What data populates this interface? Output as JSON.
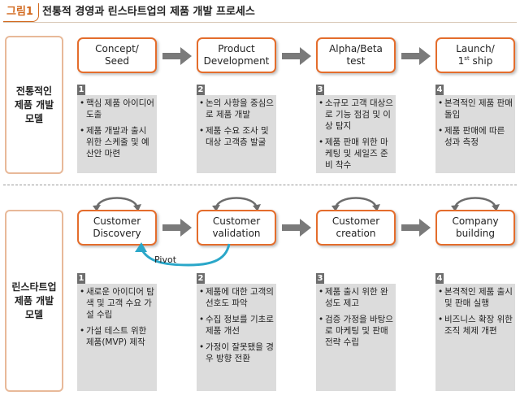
{
  "figure": {
    "tag": "그림1",
    "title": "전통적 경영과 린스타트업의 제품 개발 프로세스"
  },
  "traditional": {
    "label_lines": [
      "전통적인",
      "제품 개발",
      "모델"
    ],
    "stages": [
      {
        "num": "1",
        "lines": [
          "Concept/",
          "Seed"
        ],
        "sup": "",
        "bullets": [
          "핵심 제품 아이디어 도출",
          "제품 개발과 출시 위한 스케줄 및 예산안 마련"
        ]
      },
      {
        "num": "2",
        "lines": [
          "Product",
          "Development"
        ],
        "sup": "",
        "bullets": [
          "논의 사항을 중심으로 제품 개발",
          "제품 수요 조사 및 대상 고객층 발굴"
        ]
      },
      {
        "num": "3",
        "lines": [
          "Alpha/Beta",
          "test"
        ],
        "sup": "",
        "bullets": [
          "소규모 고객 대상으로 기능 점검 및 이상 탐지",
          "제품 판매 위한 마케팅 및 세일즈 준비 착수"
        ]
      },
      {
        "num": "4",
        "lines": [
          "Launch/",
          "1",
          "ship"
        ],
        "sup": "st",
        "bullets": [
          "본격적인 제품 판매 돌입",
          "제품 판매에 따른 성과 측정"
        ]
      }
    ]
  },
  "lean": {
    "label_lines": [
      "린스타트업",
      "제품 개발",
      "모델"
    ],
    "pivot_label": "Pivot",
    "stages": [
      {
        "num": "1",
        "lines": [
          "Customer",
          "Discovery"
        ],
        "bullets": [
          "새로운 아이디어 탐색 및 고객 수요 가설 수립",
          "가설 테스트 위한 제품(MVP) 제작"
        ]
      },
      {
        "num": "2",
        "lines": [
          "Customer",
          "validation"
        ],
        "bullets": [
          "제품에 대한 고객의 선호도 파악",
          "수집 정보를 기초로 제품 개선",
          "가정이 잘못됐을 경우 방향 전환"
        ]
      },
      {
        "num": "3",
        "lines": [
          "Customer",
          "creation"
        ],
        "bullets": [
          "제품 출시 위한 완성도 제고",
          "검증 가정을 바탕으로 마케팅 및 판매 전략 수립"
        ]
      },
      {
        "num": "4",
        "lines": [
          "Company",
          "building"
        ],
        "bullets": [
          "본격적인 제품 출시 및 판매 실행",
          "비즈니스 확장 위한 조직 체제 개편"
        ]
      }
    ]
  },
  "colors": {
    "stage_border": "#e46d2c",
    "arrow": "#7a7a7a",
    "pivot_arrow": "#2aa7c9",
    "desc_bg": "#dcdcdc",
    "side_border": "#e8b999"
  }
}
